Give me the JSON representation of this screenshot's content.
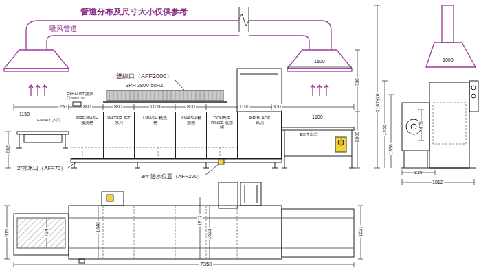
{
  "diagram": {
    "nodes": [
      {
        "text": [
          "ENTRY 入口"
        ]
      },
      {
        "text": [
          "PRE-WASH 预洗槽"
        ]
      },
      {
        "text": [
          "WATER JET 水刀"
        ]
      },
      {
        "text": [
          "I WASH 精洗槽"
        ]
      },
      {
        "text": [
          "II WASH 精洗槽"
        ]
      },
      {
        "text": [
          "DOUBLE RINSE 双漂槽"
        ]
      },
      {
        "text": [
          "AIR BLADE 风刀"
        ]
      },
      {
        "text": [
          "EXIT 出口"
        ]
      }
    ],
    "labels": [
      "管道分布及尺寸大小仅供参考",
      "吸风管道",
      "EXHAUST 排风口500x150",
      "进線口（AFF2000）",
      "3PH 380V 50HZ",
      "1150",
      "250",
      "800",
      "800",
      "1100",
      "800",
      "1100",
      "300",
      "1600",
      "1500",
      "730",
      "2000",
      "862",
      "2\"排水口（AFF70）",
      "3/4\"进水位置（AFF220）",
      "7350",
      "919",
      "724",
      "1648",
      "1812",
      "1623",
      "1627",
      "1000",
      "2167±20",
      "1455",
      "1338",
      "475",
      "839",
      "1812"
    ]
  }
}
